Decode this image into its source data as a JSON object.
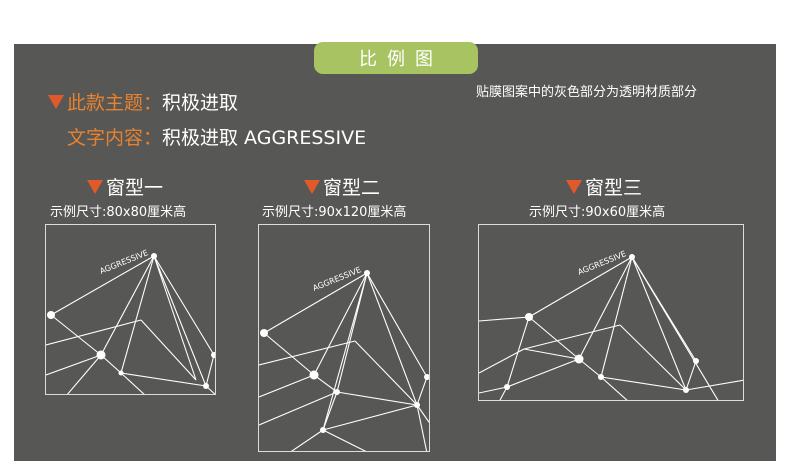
{
  "header": {
    "title": "比例图"
  },
  "theme": {
    "label": "此款主题：",
    "value": "积极进取"
  },
  "text_content": {
    "label": "文字内容：",
    "value": "积极进取 AGGRESSIVE"
  },
  "note": "贴膜图案中的灰色部分为透明材质部分",
  "pattern_text": "AGGRESSIVE",
  "windows": [
    {
      "title": "窗型一",
      "size": "示例尺寸:80x80厘米高"
    },
    {
      "title": "窗型二",
      "size": "示例尺寸:90x120厘米高"
    },
    {
      "title": "窗型三",
      "size": "示例尺寸:90x60厘米高"
    }
  ],
  "colors": {
    "panel": "#575756",
    "accent_orange": "#e8822e",
    "tab_green": "#a8c462",
    "triangle": "#e05a2a"
  }
}
